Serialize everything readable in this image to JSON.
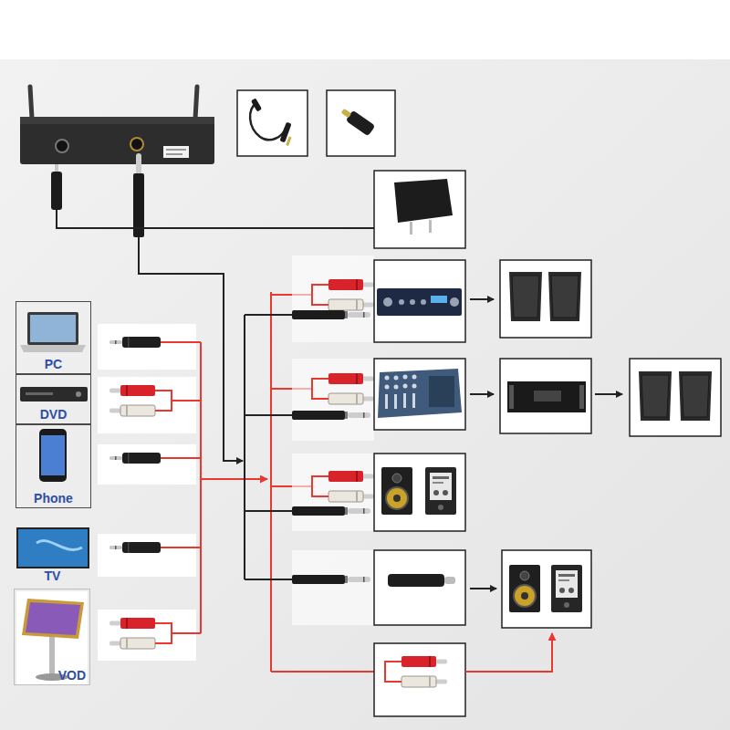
{
  "diagram": {
    "nodes": [
      {
        "text": [
          "PC"
        ]
      },
      {
        "text": [
          "DVD"
        ]
      },
      {
        "text": [
          "Phone"
        ]
      },
      {
        "text": [
          "TV"
        ]
      },
      {
        "text": [
          "VOD"
        ]
      }
    ]
  }
}
